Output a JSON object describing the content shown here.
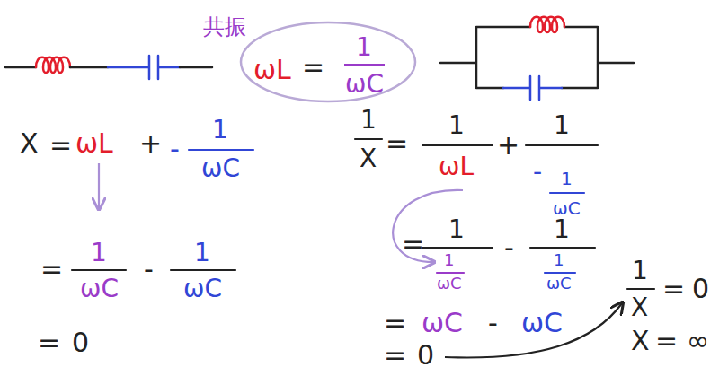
{
  "diagram": {
    "nodes": [
      {
        "text": [
          "ωL",
          "=",
          "1",
          "ωC"
        ]
      }
    ],
    "labels": [
      "共振",
      "X",
      "=",
      "ωL",
      "+",
      "-",
      "1",
      "ωC",
      "=",
      "1",
      "ωC",
      "-",
      "1",
      "ωC",
      "=",
      "0",
      "1",
      "X",
      "=",
      "1",
      "ωL",
      "+",
      "1",
      "-",
      "1",
      "ωC",
      "=",
      "1",
      "1",
      "ωC",
      "-",
      "1",
      "1",
      "ωC",
      "=",
      "ωC",
      "-",
      "ωC",
      "=",
      "0",
      "1",
      "X",
      "=",
      "0",
      "X",
      "=",
      "∞"
    ]
  }
}
